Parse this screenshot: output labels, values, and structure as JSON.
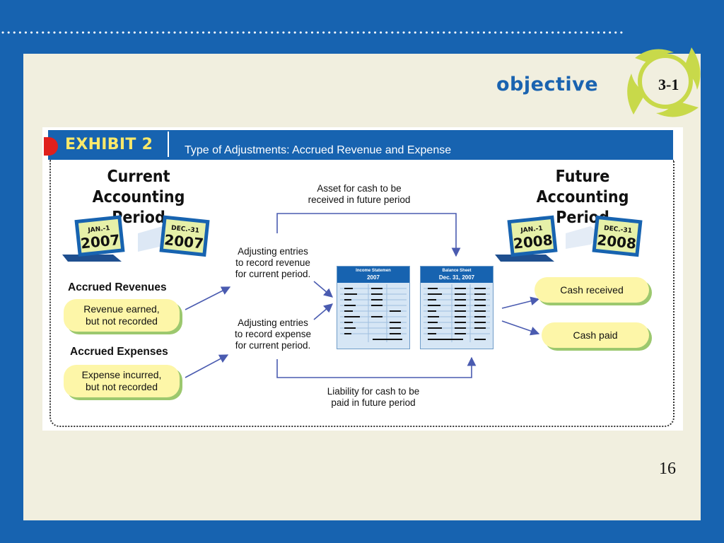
{
  "slide": {
    "objective_label": "objective",
    "objective_number": "3-1",
    "page_number": "16"
  },
  "exhibit": {
    "title": "EXHIBIT 2",
    "subtitle": "Type of Adjustments: Accrued Revenue and Expense",
    "current_period": {
      "line1": "Current",
      "line2": "Accounting Period",
      "cal_start_label": "JAN.-1",
      "cal_start_year": "2007",
      "cal_end_label": "DEC.-31",
      "cal_end_year": "2007"
    },
    "future_period": {
      "line1": "Future",
      "line2": "Accounting Period",
      "cal_start_label": "JAN.-1",
      "cal_start_year": "2008",
      "cal_end_label": "DEC.-31",
      "cal_end_year": "2008"
    },
    "accrued_revenues": {
      "heading": "Accrued Revenues",
      "box_line1": "Revenue earned,",
      "box_line2": "but not recorded"
    },
    "accrued_expenses": {
      "heading": "Accrued Expenses",
      "box_line1": "Expense incurred,",
      "box_line2": "but not recorded"
    },
    "adjusting_revenue": {
      "line1": "Adjusting entries",
      "line2": "to record revenue",
      "line3": "for current period."
    },
    "adjusting_expense": {
      "line1": "Adjusting entries",
      "line2": "to record expense",
      "line3": "for current period."
    },
    "asset_note": {
      "line1": "Asset for cash to be",
      "line2": "received in future period"
    },
    "liability_note": {
      "line1": "Liability for cash to be",
      "line2": "paid in future period"
    },
    "income_statement": {
      "title": "Income Statemen",
      "year": "2007"
    },
    "balance_sheet": {
      "title": "Balance Sheet",
      "date": "Dec. 31, 2007"
    },
    "cash_received": "Cash received",
    "cash_paid": "Cash paid"
  },
  "colors": {
    "slide_blue": "#1763b0",
    "panel_bg": "#f1efdf",
    "pill_yellow": "#fdf6a8",
    "pill_shadow": "#9cc86e",
    "exhibit_title": "#fbe86a",
    "arrow": "#4a5bb0",
    "swirl": "#c8d94a"
  }
}
